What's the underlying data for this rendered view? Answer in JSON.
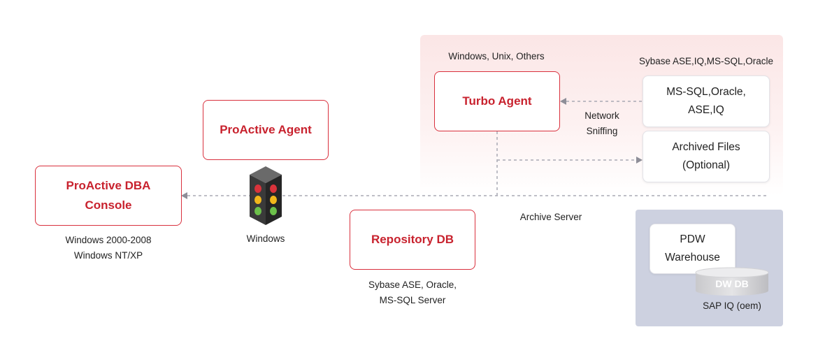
{
  "panels": {
    "turbo_region": "Windows, Unix, Others",
    "archive_server": "Archive Server"
  },
  "nodes": {
    "proactive_agent": "ProActive Agent",
    "console": {
      "line1": "ProActive DBA",
      "line2": "Console"
    },
    "turbo_agent": "Turbo Agent",
    "repository_db": "Repository DB",
    "mssql_box": {
      "line1": "MS-SQL,Oracle,",
      "line2": "ASE,IQ"
    },
    "archived_files": {
      "line1": "Archived Files",
      "line2": "(Optional)"
    },
    "pdw_warehouse": {
      "line1": "PDW",
      "line2": "Warehouse"
    },
    "dw_db": "DW DB"
  },
  "captions": {
    "console_os": {
      "line1": "Windows 2000-2008",
      "line2": "Windows NT/XP"
    },
    "windows": "Windows",
    "repository": {
      "line1": "Sybase ASE, Oracle,",
      "line2": "MS-SQL Server"
    },
    "sybase_list": "Sybase ASE,IQ,MS-SQL,Oracle",
    "network_sniffing": {
      "line1": "Network",
      "line2": "Sniffing"
    },
    "sap_iq": "SAP IQ (oem)"
  },
  "colors": {
    "accent_red": "#c8222e",
    "pink_panel": "#fbe6e6",
    "gray_panel": "#cdd1e0",
    "light_red": "#d9333b",
    "light_yellow": "#f2b71b",
    "light_green": "#6cc04a"
  },
  "icons": [
    "traffic-light-icon",
    "database-cylinder-icon",
    "arrow-left-icon",
    "arrow-right-icon"
  ]
}
